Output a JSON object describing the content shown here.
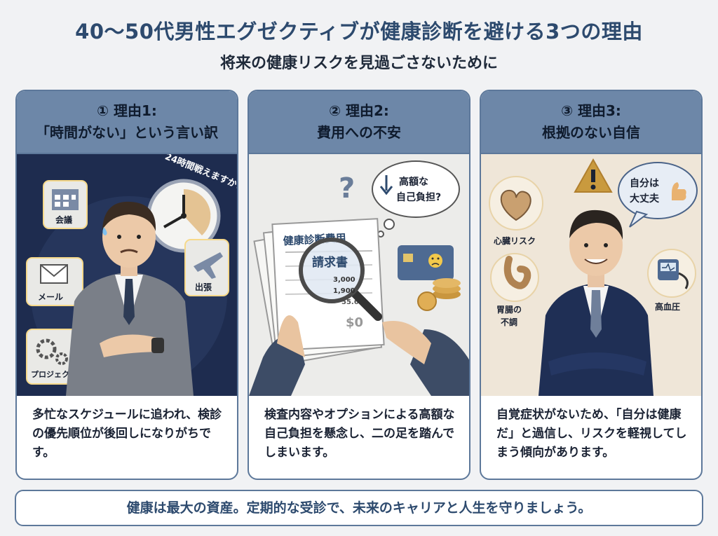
{
  "header": {
    "title": "40〜50代男性エグゼクティブが健康診断を避ける3つの理由",
    "subtitle": "将来の健康リスクを見過ごさないために"
  },
  "cards": [
    {
      "number": "① 理由1:",
      "title": "「時間がない」という言い訳",
      "labels": {
        "clock": "24時間戦えますか?",
        "meeting": "会議",
        "mail": "メール",
        "trip": "出張",
        "project": "プロジェクト"
      },
      "body": "多忙なスケジュールに追われ、検診の優先順位が後回しになりがちです。"
    },
    {
      "number": "② 理由2:",
      "title": "費用への不安",
      "labels": {
        "bubble_line1": "高額な",
        "bubble_line2": "自己負担?",
        "doc_title": "健康診断費用",
        "invoice": "請求書",
        "amount1": "3,000",
        "amount2": "1,900",
        "amount3": "55.6",
        "amount4": "$0",
        "question": "?"
      },
      "body": "検査内容やオプションによる高額な自己負担を懸念し、二の足を踏んでしまいます。"
    },
    {
      "number": "③ 理由3:",
      "title": "根拠のない自信",
      "labels": {
        "heart": "心臓リスク",
        "stomach_line1": "胃腸の",
        "stomach_line2": "不調",
        "pressure": "高血圧",
        "confidence_line1": "自分は",
        "confidence_line2": "大丈夫"
      },
      "body": "自覚症状がないため、「自分は健康だ」と過信し、リスクを軽視してしまう傾向があります。"
    }
  ],
  "footer": {
    "text": "健康は最大の資産。定期的な受診で、未来のキャリアと人生を守りましょう。"
  },
  "colors": {
    "title": "#2d4a6e",
    "card_header": "#6d87a8",
    "border": "#5d789a",
    "navy_bg": "#1e2c4f",
    "warm_bg": "#efe6d8"
  }
}
